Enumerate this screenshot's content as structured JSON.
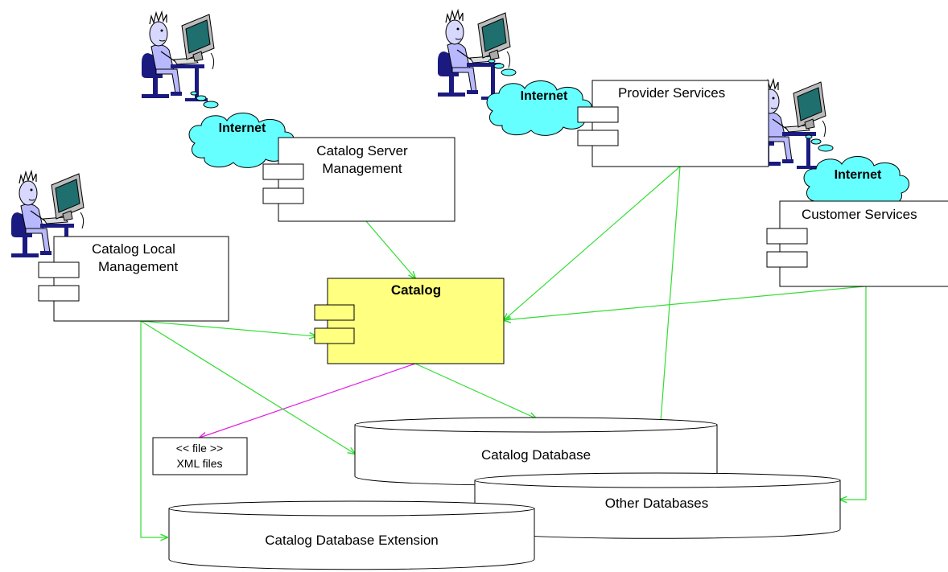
{
  "components": {
    "catalog_server_management": {
      "line1": "Catalog Server",
      "line2": "Management"
    },
    "catalog_local_management": {
      "line1": "Catalog Local",
      "line2": "Management"
    },
    "provider_services": {
      "label": "Provider Services"
    },
    "customer_services": {
      "label": "Customer Services"
    },
    "catalog": {
      "label": "Catalog"
    }
  },
  "clouds": {
    "internet_1": "Internet",
    "internet_2": "Internet",
    "internet_3": "Internet"
  },
  "artifact": {
    "stereotype": "<< file >>",
    "name": "XML files"
  },
  "databases": {
    "catalog_database": "Catalog Database",
    "other_databases": "Other Databases",
    "catalog_database_extension": "Catalog Database Extension"
  },
  "colors": {
    "catalog_fill": "#ffff80",
    "cloud_fill": "#66ffff",
    "arrow_green": "#33dd33",
    "arrow_magenta": "#e020e0",
    "user_navy": "#1a1a80"
  },
  "icons": [
    "user-at-computer-icon",
    "internet-cloud-icon",
    "component-interface-icon"
  ]
}
